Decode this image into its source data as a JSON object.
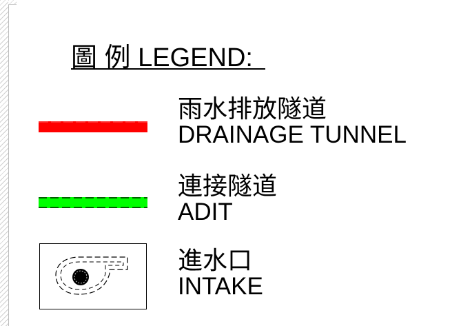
{
  "legend": {
    "title": "圖 例 LEGEND:",
    "items": [
      {
        "name_zh": "雨水排放隧道",
        "name_en": "DRAINAGE TUNNEL",
        "symbol": "red-solid-line",
        "color": "#ff0000"
      },
      {
        "name_zh": "連接隧道",
        "name_en": "ADIT",
        "symbol": "green-dashed-line",
        "color": "#00ff00"
      },
      {
        "name_zh": "進水口",
        "name_en": "INTAKE",
        "symbol": "intake-icon",
        "color": "#000000"
      }
    ]
  }
}
